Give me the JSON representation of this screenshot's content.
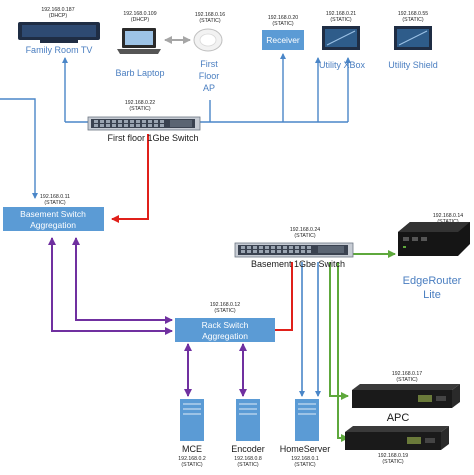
{
  "colors": {
    "blue_link": "#4a86c8",
    "red_link": "#e0201a",
    "purple_link": "#7030a0",
    "green_link": "#5ea83c",
    "gray_link": "#a6a6a6",
    "box_fill": "#5b9bd5",
    "label_blue": "#4a7ec0"
  },
  "devices": {
    "family_tv": {
      "ip": "192.168.0.187",
      "mode": "(DHCP)",
      "label": "Family Room TV",
      "icon": "tv-icon"
    },
    "barb_laptop": {
      "ip": "192.168.0.109",
      "mode": "(DHCP)",
      "label": "Barb Laptop",
      "icon": "laptop-icon"
    },
    "first_floor_ap": {
      "ip": "192.168.0.16",
      "mode": "(STATIC)",
      "label_lines": [
        "First",
        "Floor",
        "AP"
      ],
      "icon": "access-point-icon"
    },
    "receiver": {
      "ip": "192.168.0.20",
      "mode": "(STATIC)",
      "label": "Receiver"
    },
    "utility_xbox": {
      "ip": "192.168.0.21",
      "mode": "(STATIC)",
      "label": "Utility XBox",
      "icon": "tv-icon"
    },
    "utility_shield": {
      "ip": "192.168.0.55",
      "mode": "(STATIC)",
      "label": "Utility Shield",
      "icon": "tv-icon"
    },
    "first_floor_switch": {
      "ip": "192.168.0.22",
      "mode": "(STATIC)",
      "label": "First floor 1Gbe Switch",
      "icon": "switch-icon"
    },
    "basement_switch_aggregation": {
      "ip": "192.168.0.11",
      "mode": "(STATIC)",
      "label_lines": [
        "Basement Switch",
        "Aggregation"
      ]
    },
    "basement_switch": {
      "ip": "192.168.0.24",
      "mode": "(STATIC)",
      "label": "Basement 1Gbe Switch",
      "icon": "switch-icon"
    },
    "edgerouter": {
      "ip": "192.168.0.14",
      "mode": "(STATIC)",
      "label_lines": [
        "EdgeRouter",
        "Lite"
      ],
      "icon": "router-icon"
    },
    "rack_switch_aggregation": {
      "ip": "192.168.0.12",
      "mode": "(STATIC)",
      "label_lines": [
        "Rack Switch",
        "Aggregation"
      ]
    },
    "mce": {
      "ip": "192.168.0.2",
      "mode": "(STATIC)",
      "label": "MCE",
      "icon": "server-icon"
    },
    "encoder": {
      "ip": "192.168.0.8",
      "mode": "(STATIC)",
      "label": "Encoder",
      "icon": "server-icon"
    },
    "home_server": {
      "ip": "192.168.0.1",
      "mode": "(STATIC)",
      "label": "HomeServer",
      "icon": "server-icon"
    },
    "apc_top": {
      "ip": "192.168.0.17",
      "mode": "(STATIC)",
      "icon": "ups-icon"
    },
    "apc_label": "APC",
    "apc_bottom": {
      "ip": "192.168.0.19",
      "mode": "(STATIC)",
      "icon": "ups-icon"
    }
  }
}
